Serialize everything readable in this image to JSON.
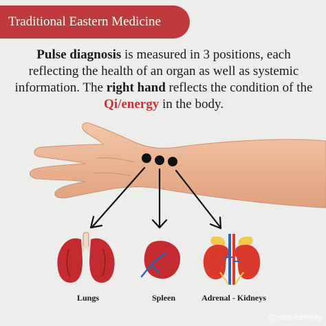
{
  "banner": {
    "title": "Traditional Eastern Medicine"
  },
  "description": {
    "p1_bold": "Pulse diagnosis",
    "p2": " is measured in 3 positions, each reflecting the health of an organ as well as systemic information.  The ",
    "p3_bold": "right hand",
    "p4": " reflects the condition of the ",
    "p5_red": "Qi/energy",
    "p6": " in the body."
  },
  "organs": [
    {
      "label": "Lungs",
      "icon": "lungs-icon"
    },
    {
      "label": "Spleen",
      "icon": "spleen-icon"
    },
    {
      "label": "Adrenal - Kidneys",
      "icon": "kidneys-icon"
    }
  ],
  "colors": {
    "accent": "#bf3a3c",
    "qi": "#c8303a",
    "background": "#ededec"
  },
  "watermark": "@cosmictrinhity"
}
